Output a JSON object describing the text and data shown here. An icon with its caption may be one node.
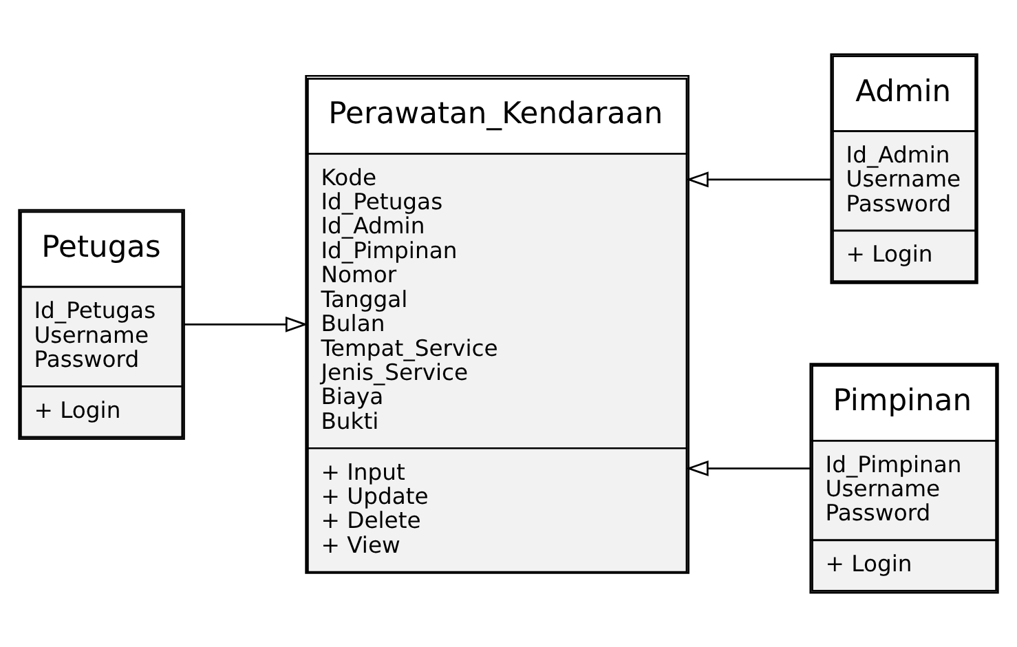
{
  "diagram": {
    "nodes": [
      {
        "text": [
          "Petugas",
          "Id_Petugas",
          "Username",
          "Password",
          "+ Login"
        ]
      },
      {
        "text": [
          "Perawatan_Kendaraan",
          "Kode",
          "Id_Petugas",
          "Id_Admin",
          "Id_Pimpinan",
          "Nomor",
          "Tanggal",
          "Bulan",
          "Tempat_Service",
          "Jenis_Service",
          "Biaya",
          "Bukti",
          "+ Input",
          "+ Update",
          "+ Delete",
          "+ View"
        ]
      },
      {
        "text": [
          "Admin",
          "Id_Admin",
          "Username",
          "Password",
          "+ Login"
        ]
      },
      {
        "text": [
          "Pimpinan",
          "Id_Pimpinan",
          "Username",
          "Password",
          "+ Login"
        ]
      }
    ],
    "edges": [
      {
        "from": 0,
        "to": 1,
        "arrow": "to"
      },
      {
        "from": 2,
        "to": 1,
        "arrow": "to"
      },
      {
        "from": 3,
        "to": 1,
        "arrow": "to"
      }
    ]
  }
}
